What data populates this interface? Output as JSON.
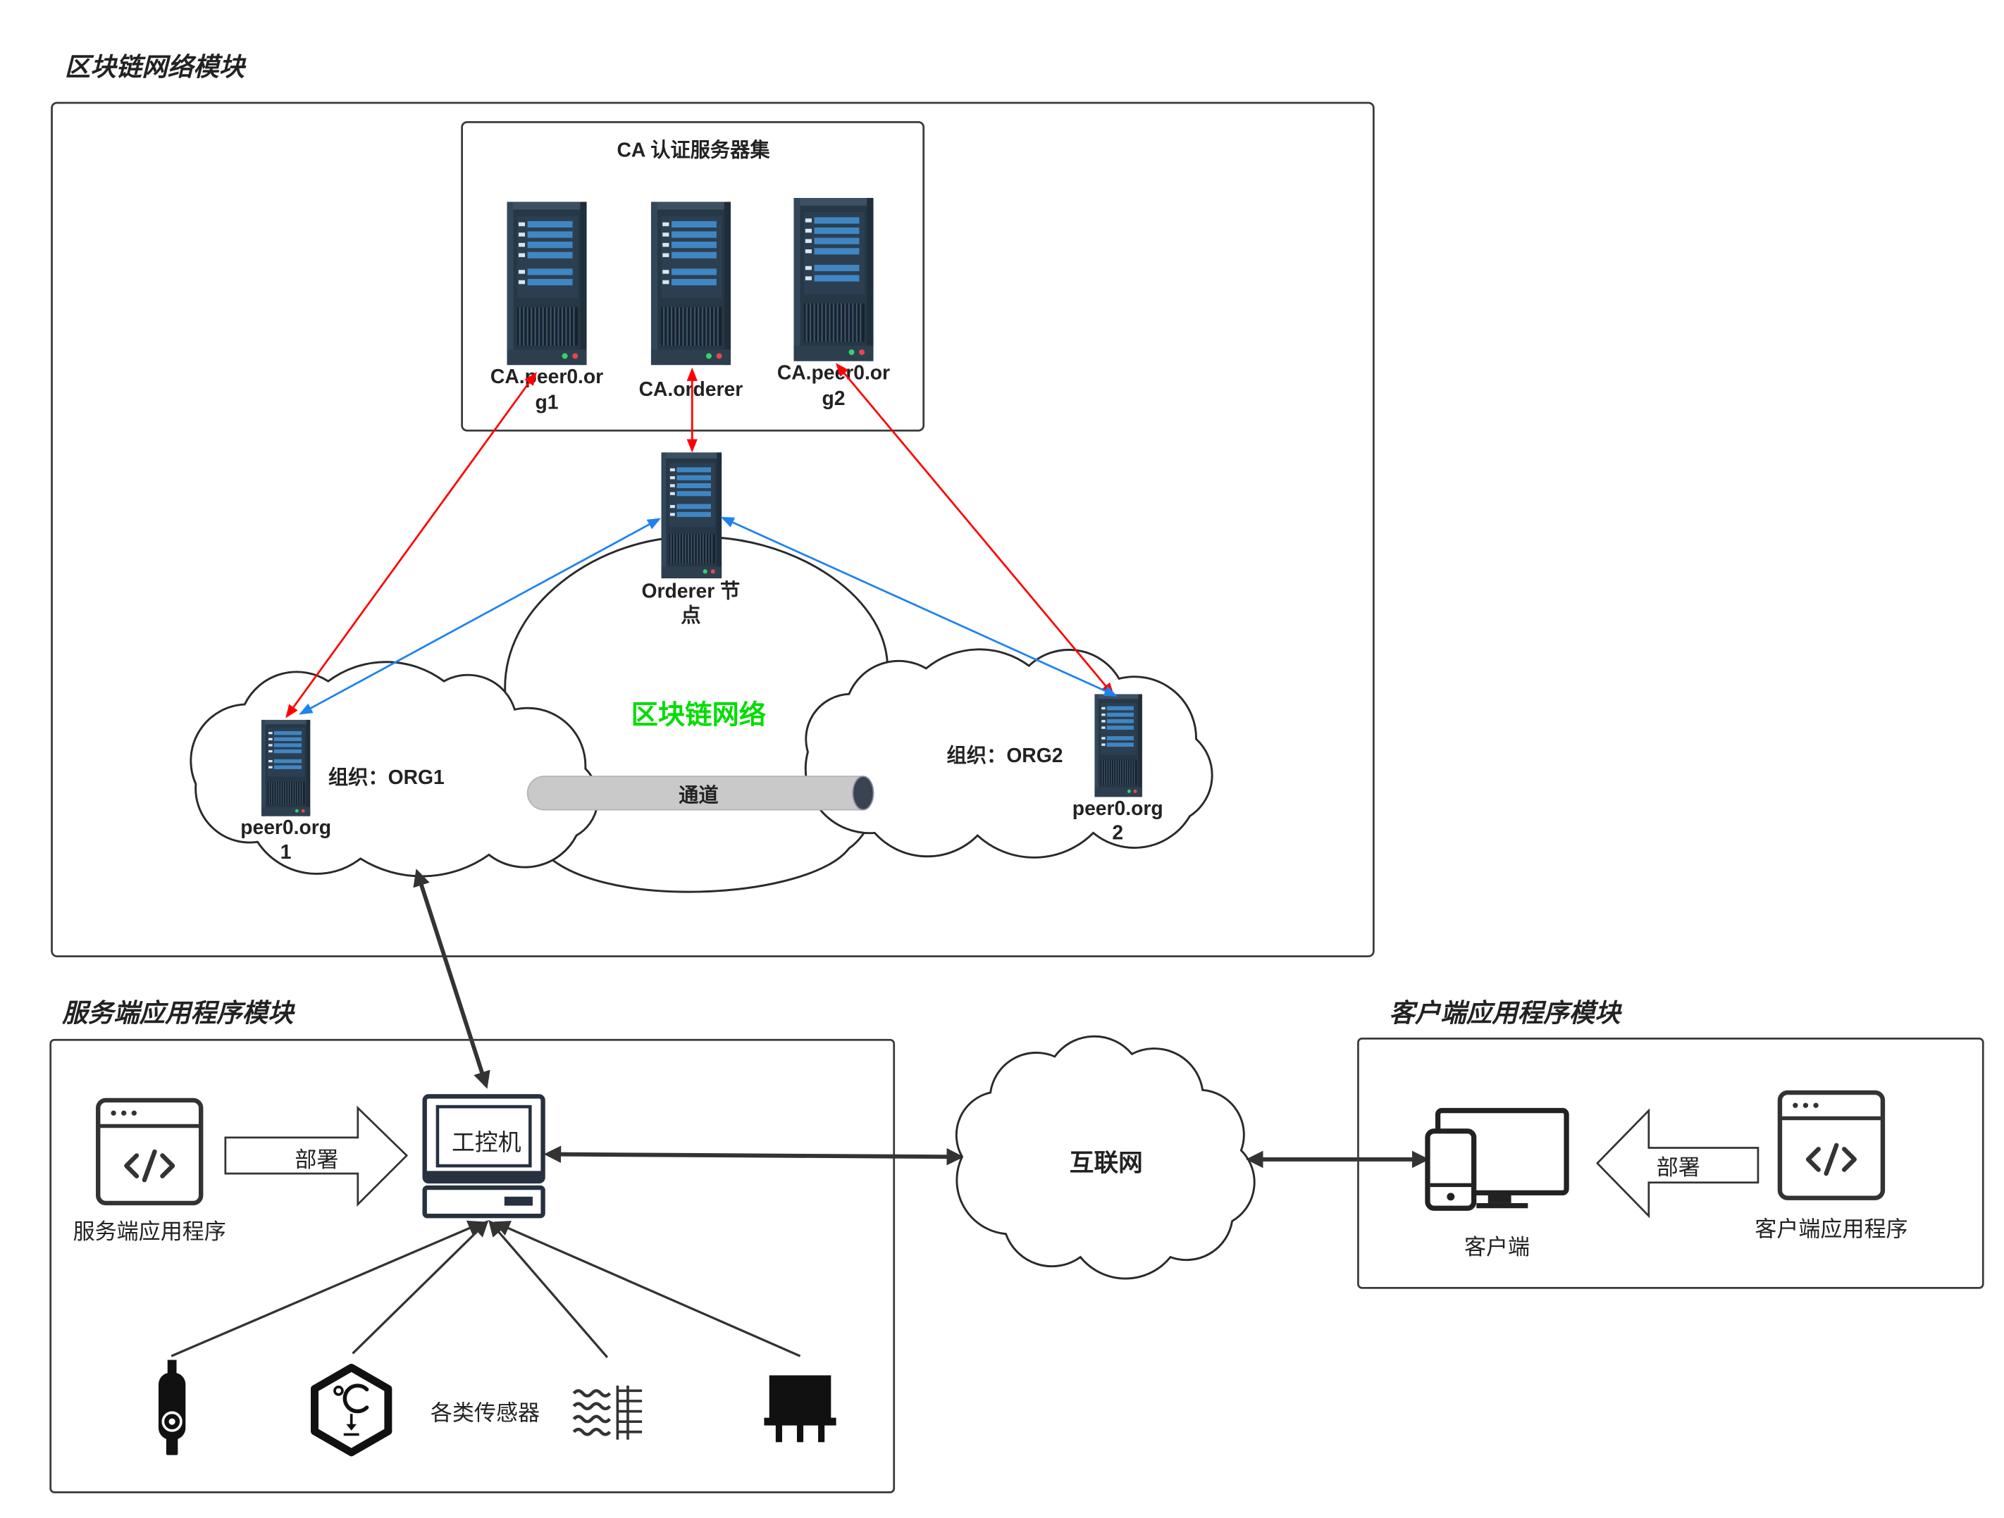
{
  "modules": {
    "blockchain": {
      "title": "区块链网络模块"
    },
    "server_app": {
      "title": "服务端应用程序模块"
    },
    "client_app": {
      "title": "客户端应用程序模块"
    }
  },
  "ca_cluster": {
    "title": "CA 认证服务器集",
    "servers": [
      {
        "label_lines": [
          "CA.peer0.or",
          "g1"
        ],
        "icon": "server-icon"
      },
      {
        "label_lines": [
          "CA.orderer"
        ],
        "icon": "server-icon"
      },
      {
        "label_lines": [
          "CA.peer0.or",
          "g2"
        ],
        "icon": "server-icon"
      }
    ]
  },
  "orderer": {
    "label_lines": [
      "Orderer 节",
      "点"
    ],
    "icon": "server-icon"
  },
  "network": {
    "label": "区块链网络",
    "label_color": "#00dd00",
    "channel_label": "通道",
    "orgs": [
      {
        "org_label": "组织：ORG1",
        "peer_label_lines": [
          "peer0.org",
          "1"
        ],
        "icon": "server-icon"
      },
      {
        "org_label": "组织：ORG2",
        "peer_label_lines": [
          "peer0.org",
          "2"
        ],
        "icon": "server-icon"
      }
    ]
  },
  "connections": {
    "ca_link_color": "#ff0000",
    "orderer_link_color": "#1e82f0",
    "link_color": "#333333"
  },
  "server_module": {
    "app_label": "服务端应用程序",
    "app_icon": "code-window-icon",
    "deploy_label": "部署",
    "controller_label": "工控机",
    "controller_icon": "industrial-computer-icon",
    "sensors_label": "各类传感器",
    "sensor_icons": [
      "probe-sensor-icon",
      "temperature-sensor-icon",
      "humidity-sensor-icon",
      "chip-sensor-icon"
    ]
  },
  "internet": {
    "label": "互联网",
    "icon": "cloud-icon"
  },
  "client_module": {
    "device_label": "客户端",
    "device_icon": "desktop-and-phone-icon",
    "deploy_label": "部署",
    "app_label": "客户端应用程序",
    "app_icon": "code-window-icon"
  }
}
